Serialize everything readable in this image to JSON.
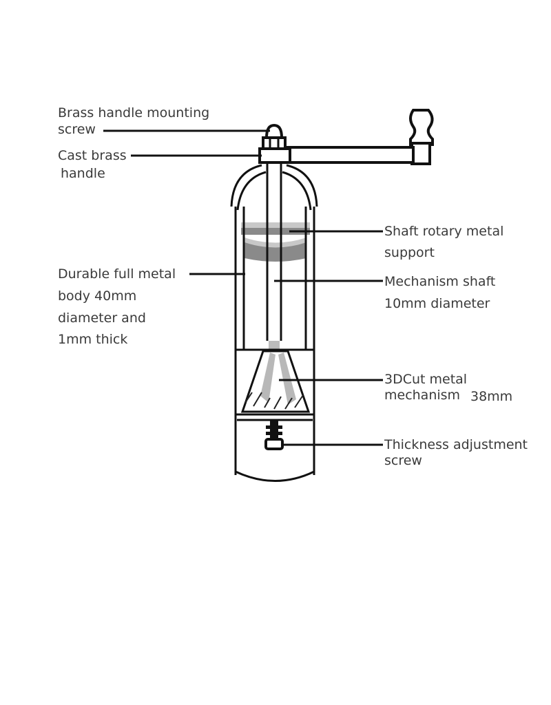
{
  "labels": {
    "mounting_screw": [
      "Brass handle mounting",
      "screw"
    ],
    "cast_handle": [
      "Cast brass",
      "handle"
    ],
    "rotary_support": [
      "Shaft rotary metal",
      "support"
    ],
    "body": [
      "Durable full metal",
      "body 40mm",
      "diameter and",
      "1mm thick"
    ],
    "shaft": [
      "Mechanism shaft",
      "10mm diameter"
    ],
    "mechanism": [
      "3DCut metal",
      "mechanism",
      "38mm"
    ],
    "adjustment": [
      "Thickness adjustment",
      "screw"
    ]
  },
  "colors": {
    "line": "#111111",
    "band_light": "#c8c8c8",
    "band_dark": "#8a8a8a",
    "text": "#3a3a3a"
  }
}
